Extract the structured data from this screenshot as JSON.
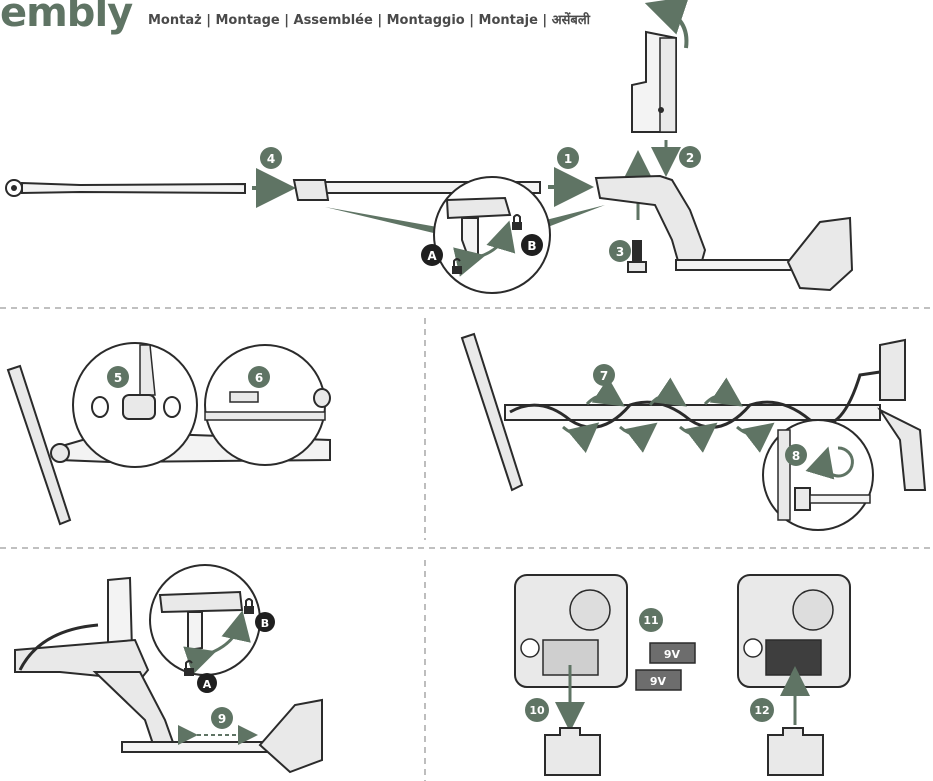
{
  "header": {
    "title": "embly",
    "languages": "Montaż | Montage | Assemblée | Montaggio | Montaje | असेंबली"
  },
  "steps": {
    "s1": "1",
    "s2": "2",
    "s3": "3",
    "s4": "4",
    "s5": "5",
    "s6": "6",
    "s7": "7",
    "s8": "8",
    "s9": "9",
    "s10": "10",
    "s11": "11",
    "s12": "12"
  },
  "labels": {
    "a_top": "A",
    "b_top": "B",
    "a_bottom": "A",
    "b_bottom": "B",
    "battery_1": "9V",
    "battery_2": "9V"
  },
  "colors": {
    "accent": "#5f7464",
    "ink": "#2b2b2b",
    "panel": "#e9e9e9",
    "dashed": "#9a9a9a"
  }
}
